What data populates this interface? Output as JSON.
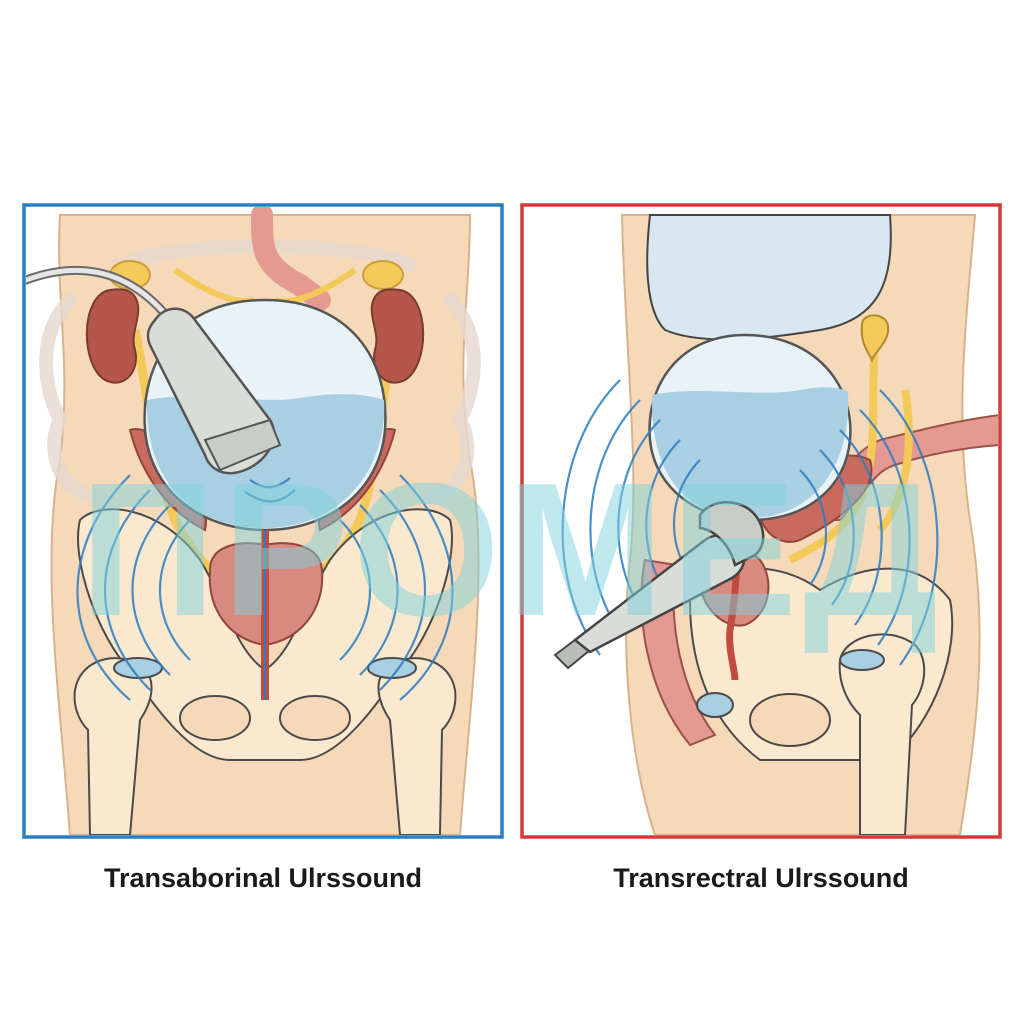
{
  "panels": [
    {
      "id": "transabdominal",
      "caption": "Transaborinal Ulrssound",
      "frame_color": "#2a7fc0"
    },
    {
      "id": "transrectal",
      "caption": "Transrectral Ulrssound",
      "frame_color": "#d23a3a"
    }
  ],
  "watermark": {
    "text": "ПРОМЕД",
    "colors": [
      "#7fd3dc",
      "#f08a8a"
    ]
  },
  "colors": {
    "skin": "#f6d9b8",
    "bone": "#fbe9cf",
    "kidney": "#b4564a",
    "bladder_fluid": "#a9cfe2",
    "bladder_wall": "#e8f2f7",
    "ureter": "#f3c95a",
    "prostate": "#d98a80",
    "wave": "#2b7dc2",
    "probe": "#d9ddd8"
  },
  "icons": [
    "ultrasound-probe-icon",
    "sound-wave-icon"
  ]
}
